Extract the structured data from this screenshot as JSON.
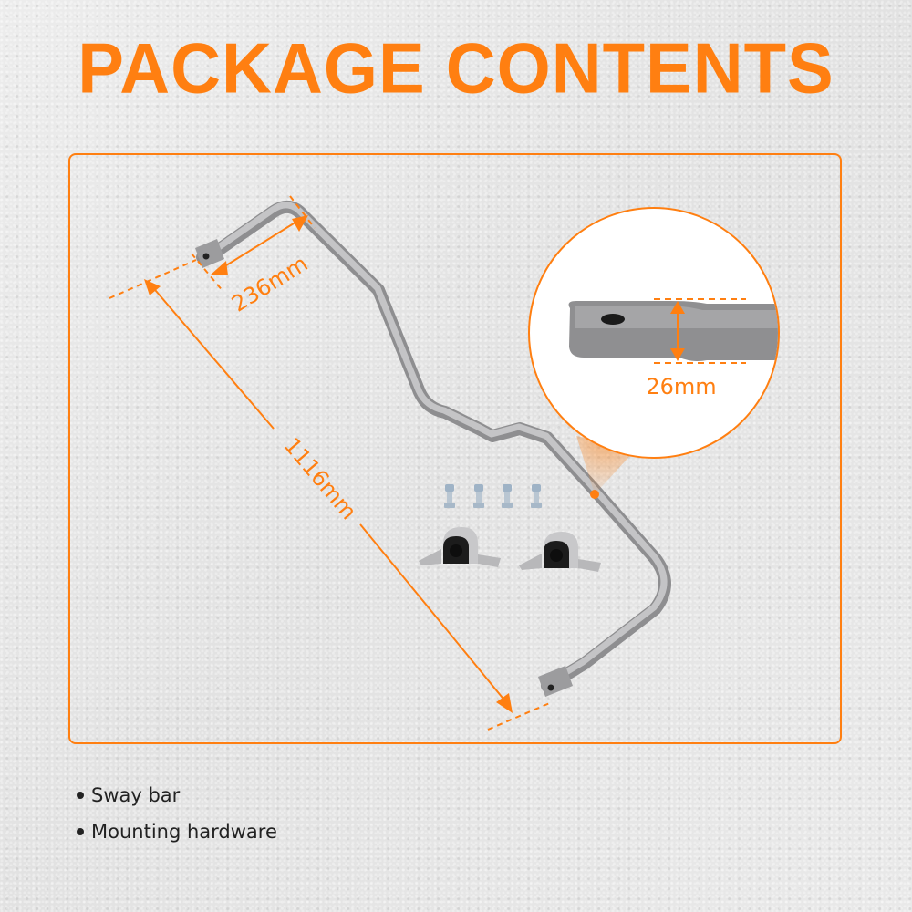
{
  "header": {
    "title": "PACKAGE CONTENTS"
  },
  "colors": {
    "accent": "#ff7f11",
    "text": "#222222",
    "metal": "#a9a9ab",
    "bushing": "#1c1c1c"
  },
  "diagram": {
    "dimensions": {
      "arm_length": "236mm",
      "overall_length": "1116mm",
      "end_thickness": "26mm"
    },
    "hardware": {
      "bolt_count": 4,
      "bracket_count": 2
    }
  },
  "contents": {
    "items": [
      {
        "label": "Sway bar"
      },
      {
        "label": "Mounting hardware"
      }
    ]
  }
}
